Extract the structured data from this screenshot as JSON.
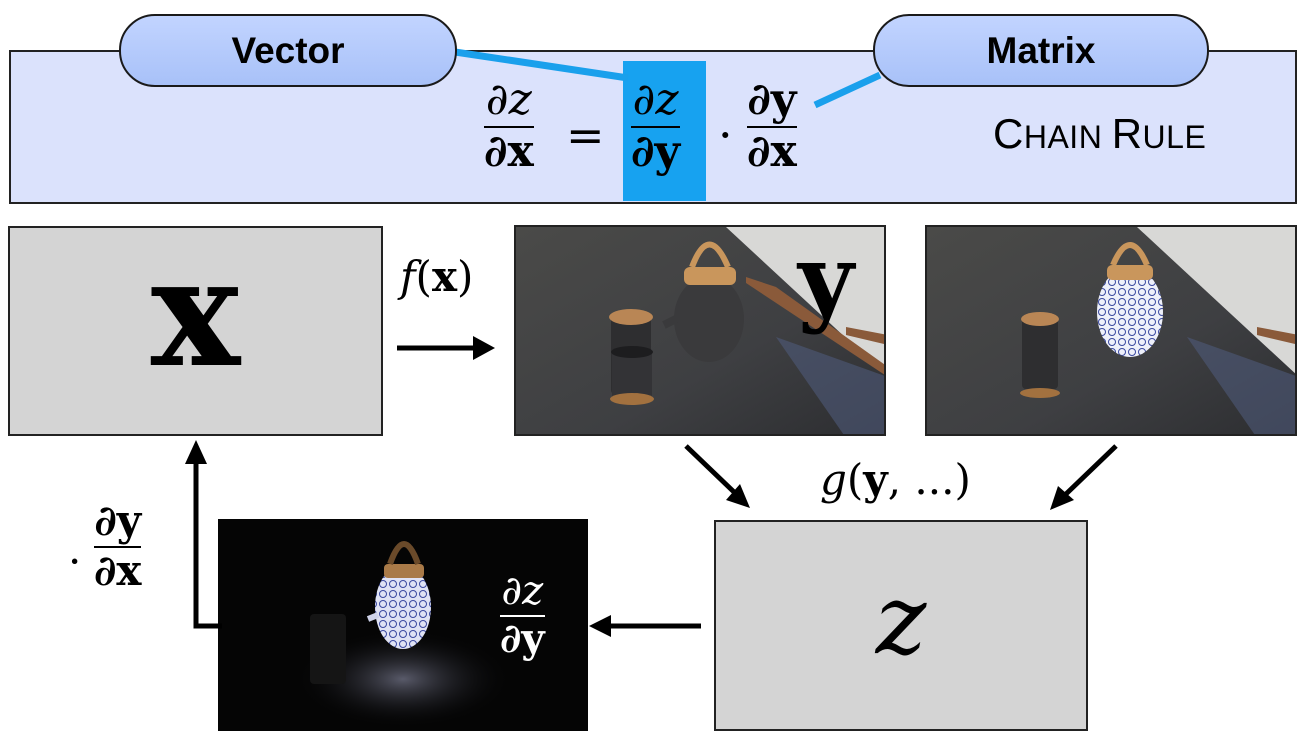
{
  "banner": {
    "vector_label": "Vector",
    "matrix_label": "Matrix",
    "chain_rule_first": "C",
    "chain_rule_rest1": "HAIN ",
    "chain_rule_second": "R",
    "chain_rule_rest2": "ULE",
    "equation": {
      "lhs_num": "∂z",
      "lhs_den": "∂x",
      "equals": "=",
      "mid_num": "∂z",
      "mid_den": "∂y",
      "dot": "·",
      "rhs_num": "∂y",
      "rhs_den": "∂x"
    },
    "highlight_color": "#17a2f0"
  },
  "boxes": {
    "x_label": "x",
    "z_label": "z",
    "y_label": "y"
  },
  "labels": {
    "f_of_x": "f(x)",
    "g_label": "g(y, ...)",
    "grad_num": "∂z",
    "grad_den": "∂y",
    "back_dot": "·",
    "back_num": "∂y",
    "back_den": "∂x"
  },
  "images": {
    "render_plain": "teapot-render-plain",
    "render_textured": "teapot-render-textured",
    "render_gradient": "teapot-gradient-render"
  }
}
